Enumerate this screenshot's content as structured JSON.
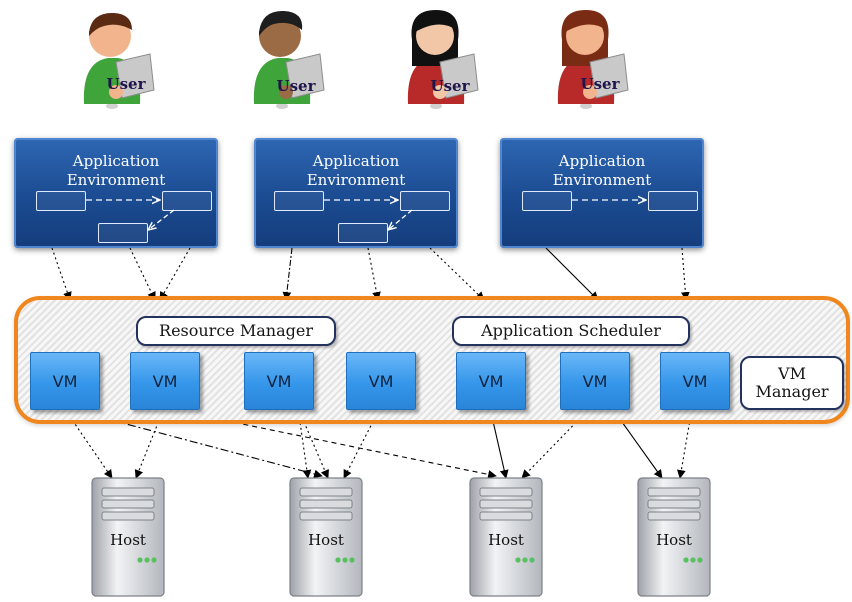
{
  "users": [
    {
      "label": "User",
      "shirt": "#3fa43a",
      "skin": "#f2b48c",
      "hair": "#5a2a12"
    },
    {
      "label": "User",
      "shirt": "#3fa43a",
      "skin": "#9a6b45",
      "hair": "#1e1e1e"
    },
    {
      "label": "User",
      "shirt": "#b82a2a",
      "skin": "#f2c7a8",
      "hair": "#111111"
    },
    {
      "label": "User",
      "shirt": "#b82a2a",
      "skin": "#f2b48c",
      "hair": "#7a2b14"
    }
  ],
  "app_environments": [
    {
      "title_line1": "Application",
      "title_line2": "Environment"
    },
    {
      "title_line1": "Application",
      "title_line2": "Environment"
    },
    {
      "title_line1": "Application",
      "title_line2": "Environment"
    }
  ],
  "platform": {
    "resource_manager": "Resource Manager",
    "application_scheduler": "Application Scheduler",
    "vm_manager_line1": "VM",
    "vm_manager_line2": "Manager",
    "vms": [
      "VM",
      "VM",
      "VM",
      "VM",
      "VM",
      "VM",
      "VM"
    ]
  },
  "hosts": [
    "Host",
    "Host",
    "Host",
    "Host"
  ],
  "colors": {
    "platform_border": "#f0871e",
    "app_env": "#1b4b91",
    "vm": "#3596ea"
  }
}
